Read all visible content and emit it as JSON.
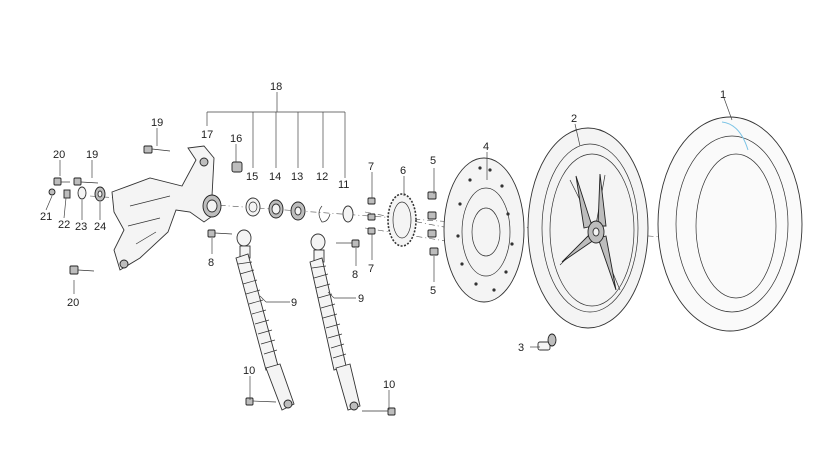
{
  "colors": {
    "tyre_accent": "#7cc4e6",
    "line": "#333333",
    "fill": "#f4f4f4"
  },
  "callouts": {
    "c1": "1",
    "c2": "2",
    "c3": "3",
    "c4": "4",
    "c5a": "5",
    "c5b": "5",
    "c6": "6",
    "c7a": "7",
    "c7b": "7",
    "c8a": "8",
    "c8b": "8",
    "c9a": "9",
    "c9b": "9",
    "c10a": "10",
    "c10b": "10",
    "c11": "11",
    "c12": "12",
    "c13": "13",
    "c14": "14",
    "c15": "15",
    "c16": "16",
    "c17": "17",
    "c18": "18",
    "c19a": "19",
    "c19b": "19",
    "c20a": "20",
    "c20b": "20",
    "c21": "21",
    "c22": "22",
    "c23": "23",
    "c24": "24"
  }
}
